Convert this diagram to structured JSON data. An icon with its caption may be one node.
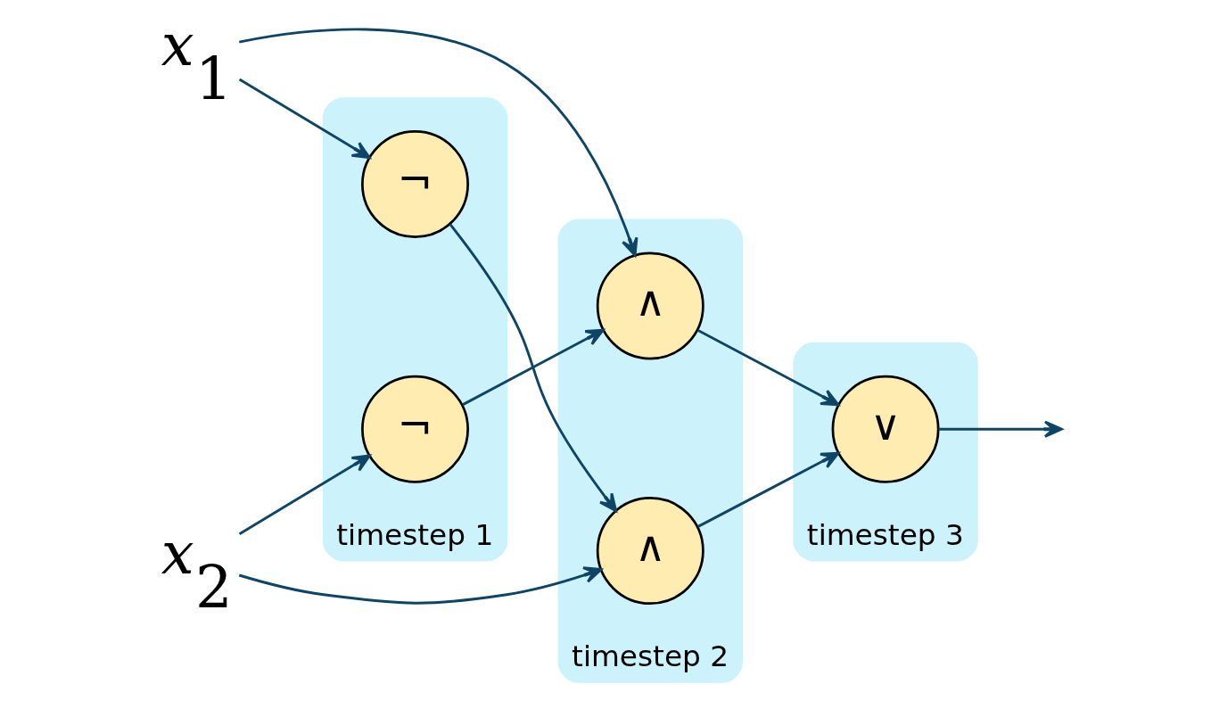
{
  "diagram": {
    "nodes": [
      {
        "text": [
          "*x*$_{1}$"
        ]
      },
      {
        "text": [
          "*x*$_{2}$"
        ]
      },
      {
        "text": [
          "timestep 1"
        ]
      },
      {
        "text": [
          "¬"
        ],
        "in": 2
      },
      {
        "text": [
          "¬"
        ],
        "in": 2
      },
      {
        "text": [
          "timestep 2"
        ]
      },
      {
        "text": [
          "∧"
        ],
        "in": 5
      },
      {
        "text": [
          "∧"
        ],
        "in": 5
      },
      {
        "text": [
          "timestep 3"
        ]
      },
      {
        "text": [
          "∨"
        ],
        "in": 8
      }
    ],
    "edges": [
      {
        "from": 0,
        "to": 3,
        "arrow": "to"
      },
      {
        "from": 0,
        "to": 7,
        "arrow": "to"
      },
      {
        "from": 1,
        "to": 6,
        "arrow": "to"
      },
      {
        "from": 1,
        "to": 4,
        "arrow": "to"
      },
      {
        "from": 3,
        "to": 6,
        "arrow": "to"
      },
      {
        "from": 4,
        "to": 7,
        "arrow": "to"
      },
      {
        "from": 6,
        "to": 9,
        "arrow": "to"
      },
      {
        "from": 7,
        "to": 9,
        "arrow": "to"
      },
      {
        "from": 9,
        "to": null,
        "arrow": "to"
      }
    ]
  }
}
